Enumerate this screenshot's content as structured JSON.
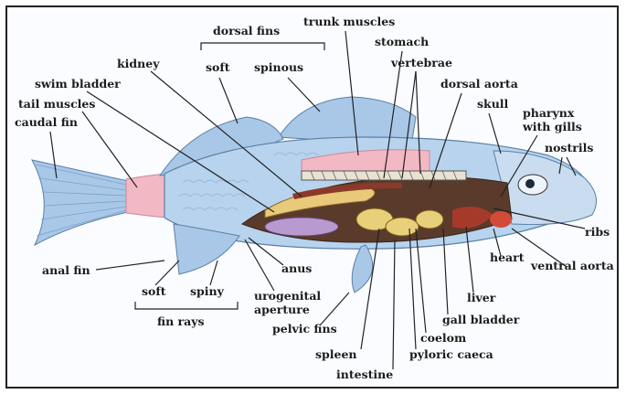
{
  "diagram": {
    "labels": {
      "dorsal_fins": "dorsal fins",
      "soft_dorsal": "soft",
      "spinous": "spinous",
      "trunk_muscles": "trunk muscles",
      "stomach": "stomach",
      "vertebrae": "vertebrae",
      "dorsal_aorta": "dorsal aorta",
      "skull": "skull",
      "pharynx": "pharynx",
      "with_gills": "with gills",
      "nostrils": "nostrils",
      "kidney": "kidney",
      "swim_bladder": "swim bladder",
      "tail_muscles": "tail muscles",
      "caudal_fin": "caudal fin",
      "ribs": "ribs",
      "ventral_aorta": "ventral aorta",
      "heart": "heart",
      "liver": "liver",
      "gall_bladder": "gall bladder",
      "coelom": "coelom",
      "pyloric_caeca": "pyloric caeca",
      "intestine": "intestine",
      "spleen": "spleen",
      "pelvic_fins": "pelvic fins",
      "urogenital": "urogenital",
      "aperture": "aperture",
      "anus": "anus",
      "anal_fin": "anal fin",
      "soft_ray": "soft",
      "spiny": "spiny",
      "fin_rays": "fin rays"
    }
  }
}
